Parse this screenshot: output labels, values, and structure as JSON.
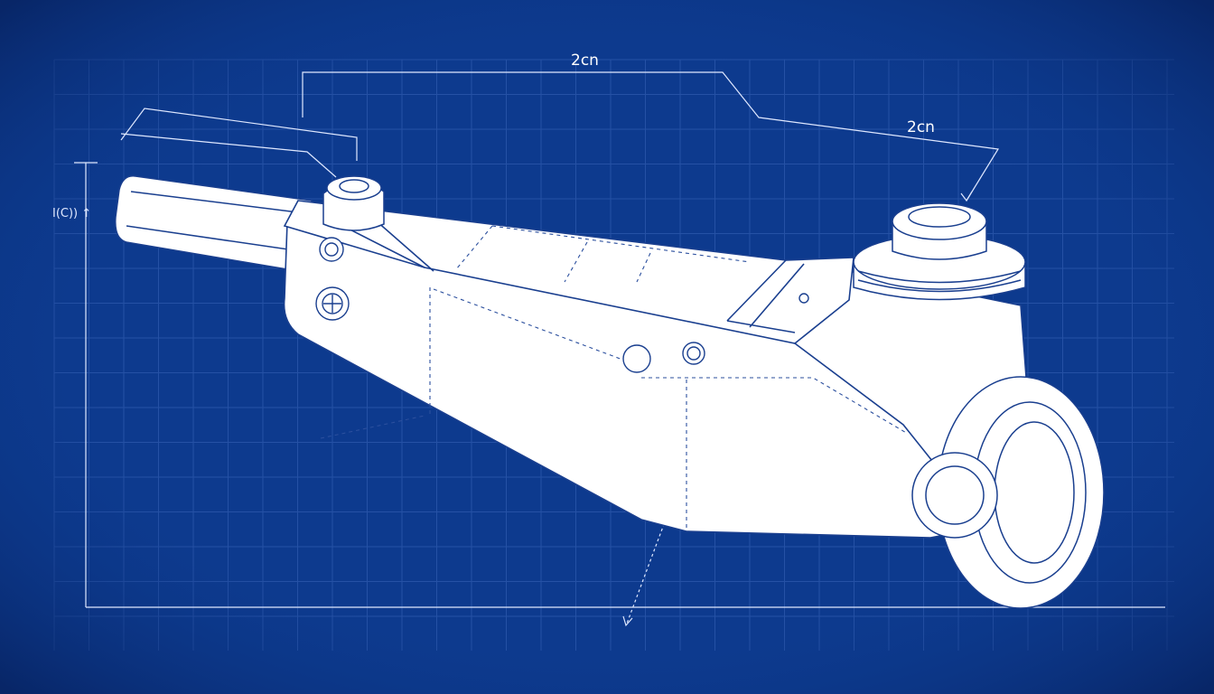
{
  "drawing": {
    "background_color": "#0d3a8e",
    "grid_color": "#3a64b8",
    "line_color": "#ffffff",
    "part_fill": "#ffffff",
    "part_outline": "#1a3f8f",
    "dimension_top": "2cn",
    "dimension_right": "2cn",
    "side_label": "I(C)) ↑"
  }
}
